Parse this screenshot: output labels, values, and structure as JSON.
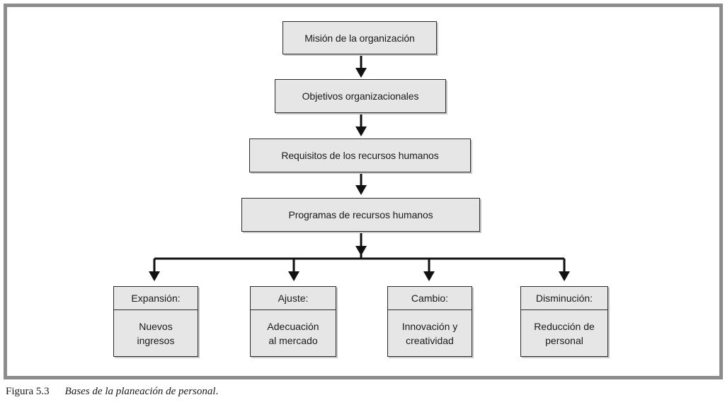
{
  "diagram": {
    "nodes": {
      "mision": "Misión de la organización",
      "objetivos": "Objetivos organizacionales",
      "requisitos": "Requisitos de los recursos humanos",
      "programas": "Programas de recursos humanos"
    },
    "leaves": [
      {
        "title": "Expansión:",
        "line1": "Nuevos",
        "line2": "ingresos"
      },
      {
        "title": "Ajuste:",
        "line1": "Adecuación",
        "line2": "al mercado"
      },
      {
        "title": "Cambio:",
        "line1": "Innovación y",
        "line2": "creatividad"
      },
      {
        "title": "Disminución:",
        "line1": "Reducción de",
        "line2": "personal"
      }
    ]
  },
  "caption": {
    "number": "Figura 5.3",
    "text": "Bases de la planeación de personal",
    "trailing": "."
  }
}
